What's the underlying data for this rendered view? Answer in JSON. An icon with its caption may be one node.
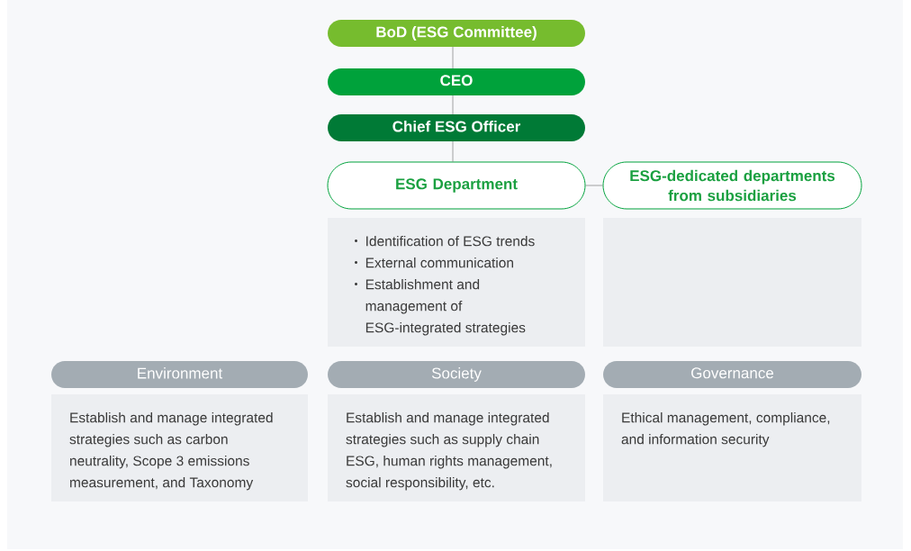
{
  "diagram": {
    "nodes": [
      {
        "text": [
          "BoD (ESG Committee)"
        ]
      },
      {
        "text": [
          "CEO"
        ]
      },
      {
        "text": [
          "Chief ESG Officer"
        ]
      },
      {
        "text": [
          "ESG Department"
        ]
      },
      {
        "text": [
          "ESG-dedicated departments from subsidiaries"
        ]
      },
      {
        "text": [
          "Identification of ESG trends",
          "External communication",
          "Establishment and management of ESG-integrated strategies"
        ]
      },
      {
        "text": [],
        "shape": "box"
      },
      {
        "text": [
          "Environment"
        ]
      },
      {
        "text": [
          "Establish and manage integrated strategies such as carbon neutrality, Scope 3 emissions measurement, and Taxonomy"
        ]
      },
      {
        "text": [
          "Society"
        ]
      },
      {
        "text": [
          "Establish and manage integrated strategies such as supply chain ESG, human rights management, social responsibility, etc."
        ]
      },
      {
        "text": [
          "Governance"
        ]
      },
      {
        "text": [
          "Ethical management, compliance, and information security"
        ]
      }
    ],
    "edges": [
      {
        "from": 0,
        "to": 1,
        "arrow": "none"
      },
      {
        "from": 1,
        "to": 2,
        "arrow": "none"
      },
      {
        "from": 2,
        "to": 3,
        "arrow": "none"
      },
      {
        "from": 3,
        "to": 4,
        "arrow": "none"
      }
    ]
  }
}
